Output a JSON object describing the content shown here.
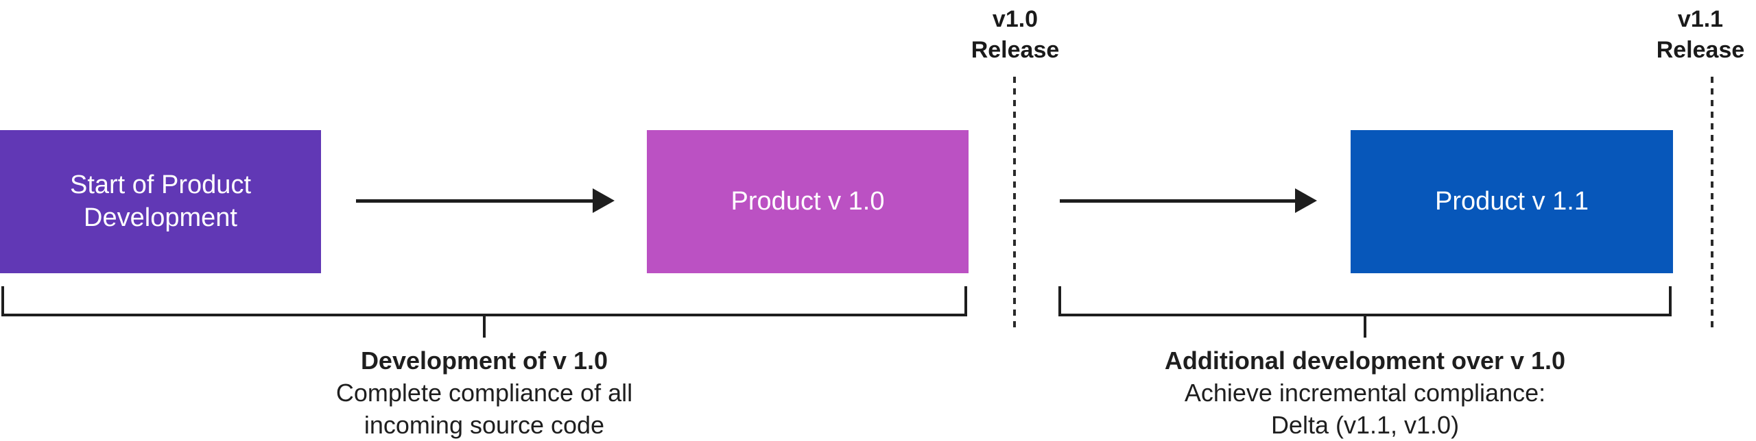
{
  "diagram": {
    "background": "#ffffff",
    "ink_color": "#1e1e1e"
  },
  "boxes": [
    {
      "label": "Start of Product Development",
      "color": "#6138b5"
    },
    {
      "label": "Product v 1.0",
      "color": "#bb51c3"
    },
    {
      "label": "Product v 1.1",
      "color": "#0757ba"
    }
  ],
  "releases": [
    {
      "line1": "v1.0",
      "line2": "Release"
    },
    {
      "line1": "v1.1",
      "line2": "Release"
    }
  ],
  "captions": [
    {
      "title": "Development of v 1.0",
      "line2": "Complete compliance of all",
      "line3": "incoming source code"
    },
    {
      "title": "Additional development over v 1.0",
      "line2": "Achieve incremental compliance:",
      "line3": "Delta (v1.1, v1.0)"
    }
  ]
}
